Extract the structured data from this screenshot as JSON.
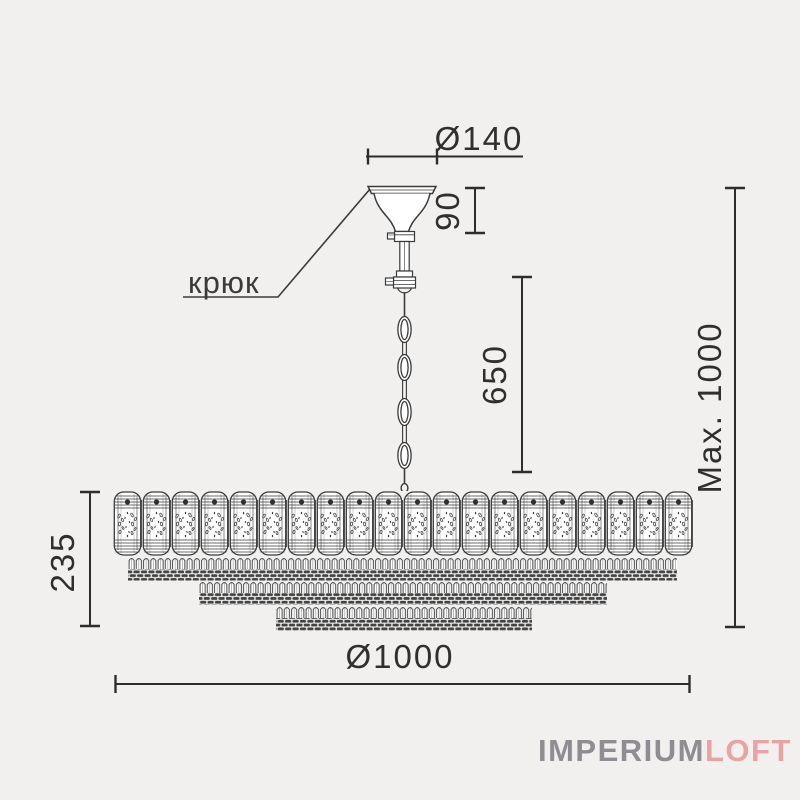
{
  "diagram": {
    "hook_label": "крюк",
    "dimensions": {
      "canopy_diameter": "Ø140",
      "canopy_height": "90",
      "chain_length": "650",
      "max_height": "Max. 1000",
      "body_height": "235",
      "body_diameter": "Ø1000"
    }
  },
  "branding": {
    "logo_primary": "IMPERIUM",
    "logo_accent": "LOFT"
  },
  "colors": {
    "background": "#f1f0ef",
    "line": "#3a3a3a",
    "text": "#2f2f2f",
    "logo_primary": "#8e8e92",
    "logo_accent": "#e9a2a6"
  }
}
